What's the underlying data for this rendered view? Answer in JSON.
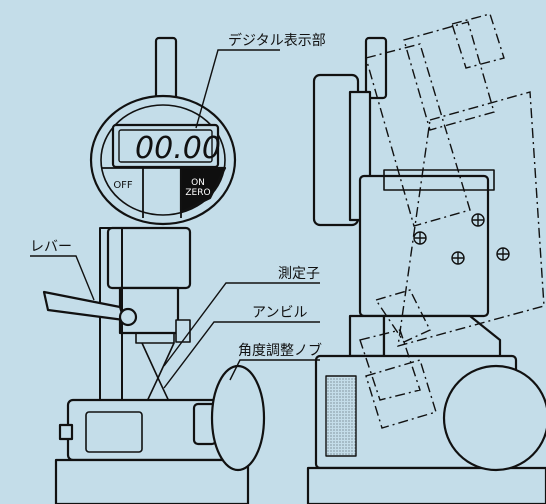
{
  "labels": {
    "display": "デジタル表示部",
    "lever": "レバー",
    "spindle": "測定子",
    "anvil": "アンビル",
    "knob": "角度調整ノブ"
  },
  "dial": {
    "reading": "00.00",
    "off_button": "OFF",
    "on_button_line1": "ON",
    "on_button_line2": "ZERO"
  },
  "colors": {
    "background": "#c4dde9",
    "line": "#111111",
    "body_fill": "#c4dde9"
  }
}
